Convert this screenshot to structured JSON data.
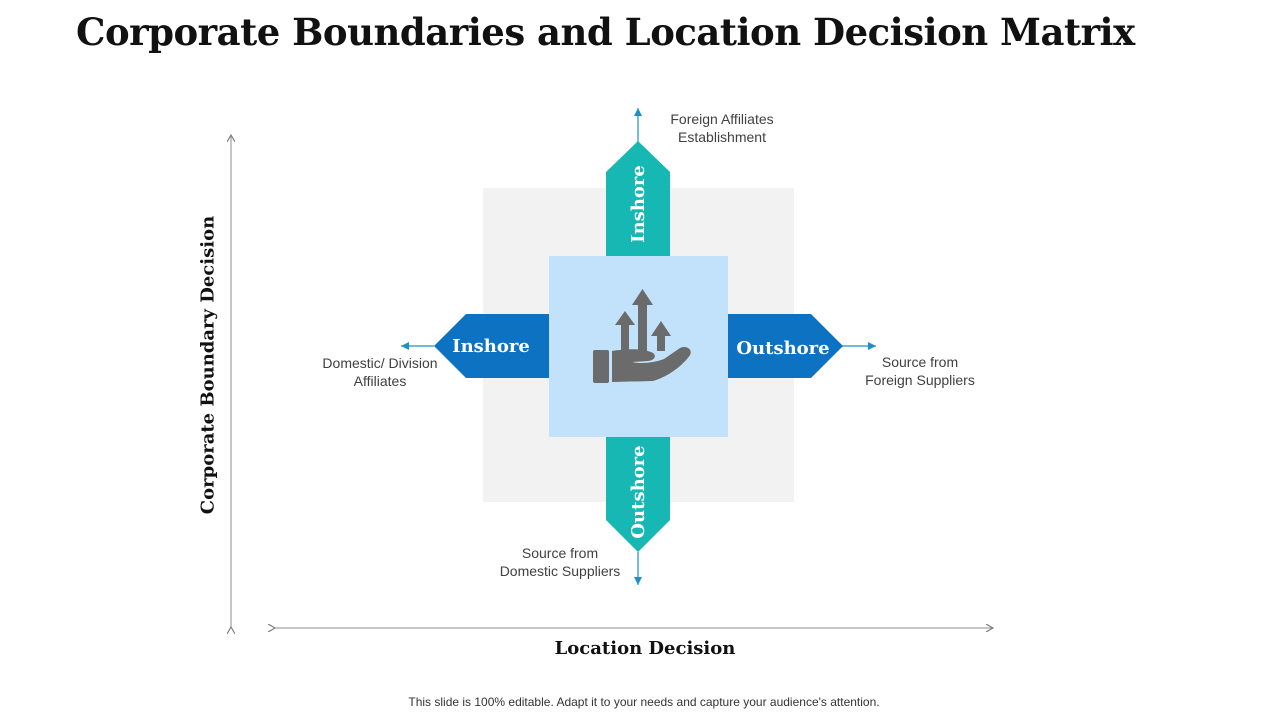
{
  "title": "Corporate Boundaries and Location Decision Matrix",
  "axes": {
    "x_label": "Location Decision",
    "y_label": "Corporate Boundary Decision"
  },
  "arrows": {
    "top": "Inshore",
    "bottom": "Outshore",
    "left": "Inshore",
    "right": "Outshore"
  },
  "outcomes": {
    "top": [
      "Foreign Affiliates",
      "Establishment"
    ],
    "bottom": [
      "Source from",
      "Domestic Suppliers"
    ],
    "left": [
      "Domestic/ Division",
      "Affiliates"
    ],
    "right": [
      "Source from",
      "Foreign Suppliers"
    ]
  },
  "center_icon": "hand-growth-arrows-icon",
  "colors": {
    "vertical_arrow": "#17B8B3",
    "horizontal_arrow": "#0D72C1",
    "center_square": "#C1E2FA",
    "background_square": "#F2F2F2",
    "icon": "#6B6B6B"
  },
  "footer": "This slide is 100% editable. Adapt it to your needs and capture your audience's attention."
}
